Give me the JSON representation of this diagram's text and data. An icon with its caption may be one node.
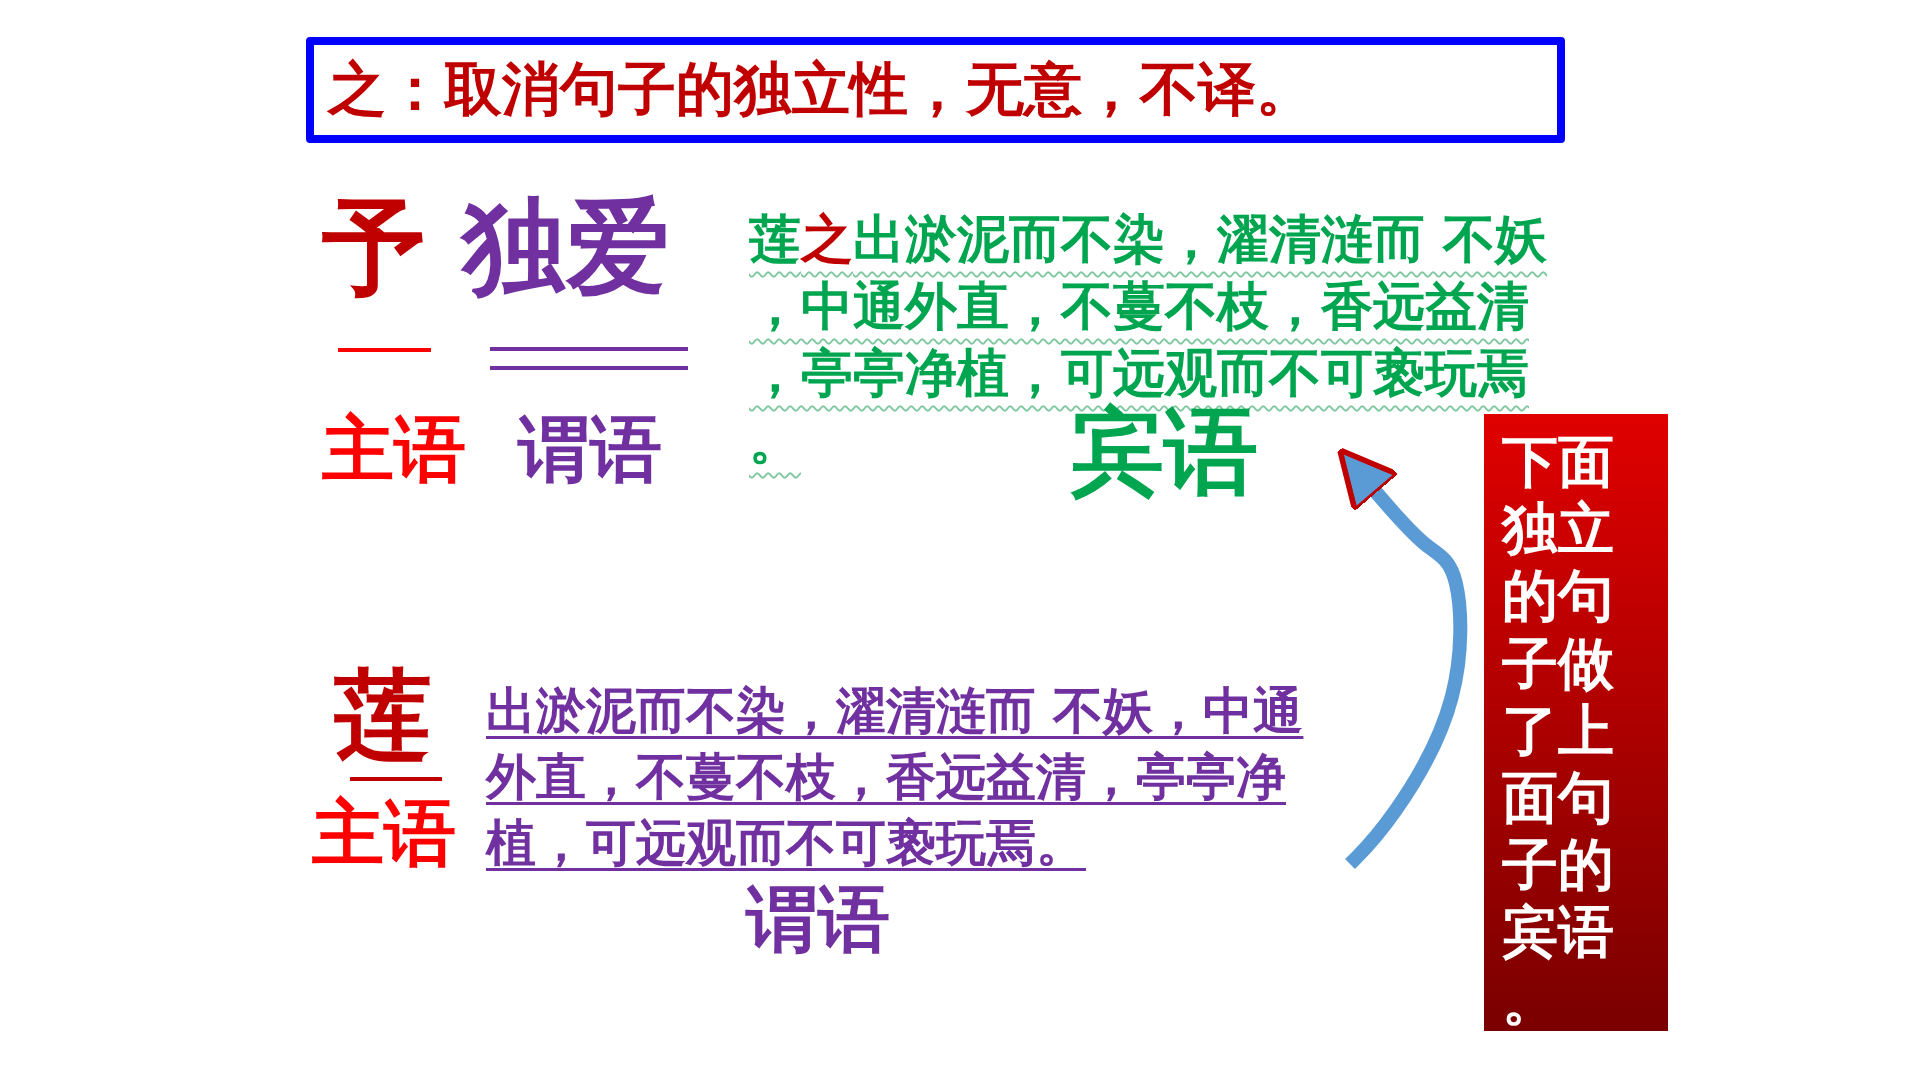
{
  "diagram": {
    "nodes": [
      {
        "text": [
          "之：取消句子的独立性，无意，不译。"
        ]
      },
      {
        "text": [
          "莲之出淤泥而不染，濯清涟而 不妖，中通外直，不蔓不枝，香远益清，亭亭净植，可远观而不可亵玩焉。"
        ]
      },
      {
        "text": [
          "出淤泥而不染，濯清涟而 不妖，中通外直，不蔓不枝，香远益清，亭亭净植，可远观而不可亵玩焉。"
        ]
      },
      {
        "text": [
          "下面独立的句子做了上面句子的宾语。"
        ]
      }
    ],
    "edges": [
      {
        "from": 2,
        "to": 1,
        "arrow": "to"
      }
    ],
    "labels": [
      "予",
      "独爱",
      "主语",
      "谓语",
      "宾语",
      "莲",
      "主语",
      "谓语"
    ]
  }
}
